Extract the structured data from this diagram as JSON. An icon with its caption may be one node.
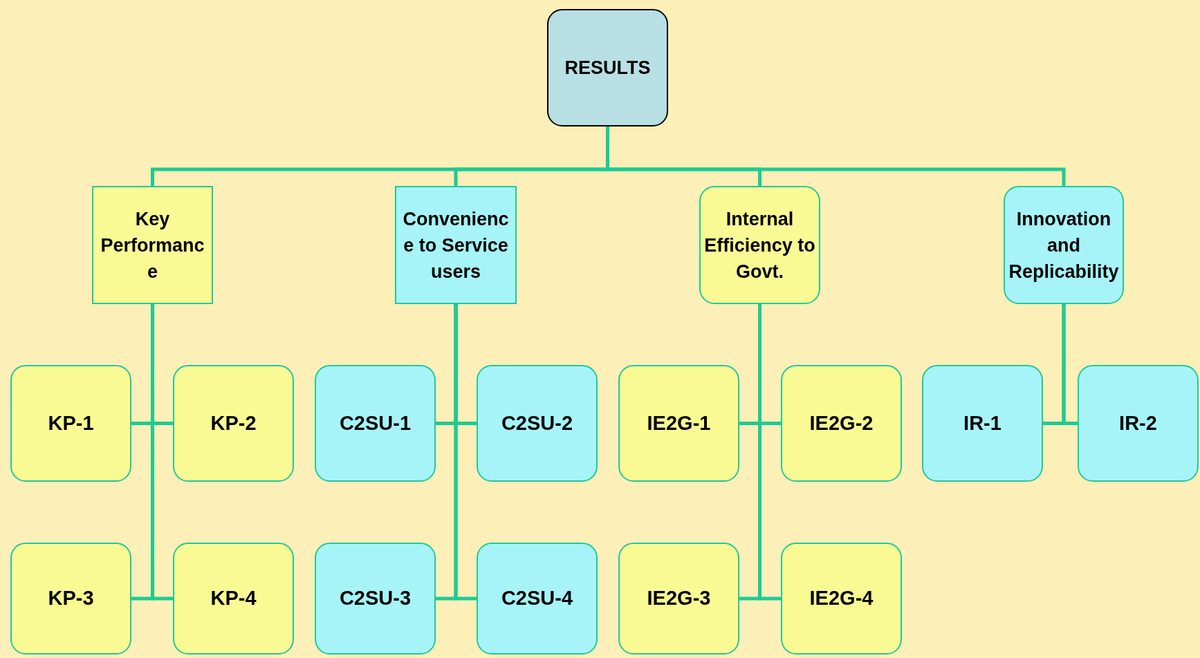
{
  "diagram": {
    "nodes": [
      {
        "text": [
          "RESULTS"
        ]
      },
      {
        "text": [
          "Key Performance"
        ]
      },
      {
        "text": [
          "Convenience to Service users"
        ]
      },
      {
        "text": [
          "Internal Efficiency to Govt."
        ]
      },
      {
        "text": [
          "Innovation and Replicability"
        ]
      },
      {
        "text": [
          "KP-1"
        ]
      },
      {
        "text": [
          "KP-2"
        ]
      },
      {
        "text": [
          "KP-3"
        ]
      },
      {
        "text": [
          "KP-4"
        ]
      },
      {
        "text": [
          "C2SU-1"
        ]
      },
      {
        "text": [
          "C2SU-2"
        ]
      },
      {
        "text": [
          "C2SU-3"
        ]
      },
      {
        "text": [
          "C2SU-4"
        ]
      },
      {
        "text": [
          "IE2G-1"
        ]
      },
      {
        "text": [
          "IE2G-2"
        ]
      },
      {
        "text": [
          "IE2G-3"
        ]
      },
      {
        "text": [
          "IE2G-4"
        ]
      },
      {
        "text": [
          "IR-1"
        ]
      },
      {
        "text": [
          "IR-2"
        ]
      }
    ],
    "edges": [
      {
        "from": 0,
        "to": 1,
        "arrow": "none"
      },
      {
        "from": 0,
        "to": 2,
        "arrow": "none"
      },
      {
        "from": 0,
        "to": 3,
        "arrow": "none"
      },
      {
        "from": 0,
        "to": 4,
        "arrow": "none"
      },
      {
        "from": 1,
        "to": 5,
        "arrow": "none"
      },
      {
        "from": 1,
        "to": 6,
        "arrow": "none"
      },
      {
        "from": 1,
        "to": 7,
        "arrow": "none"
      },
      {
        "from": 1,
        "to": 8,
        "arrow": "none"
      },
      {
        "from": 2,
        "to": 9,
        "arrow": "none"
      },
      {
        "from": 2,
        "to": 10,
        "arrow": "none"
      },
      {
        "from": 2,
        "to": 11,
        "arrow": "none"
      },
      {
        "from": 2,
        "to": 12,
        "arrow": "none"
      },
      {
        "from": 3,
        "to": 13,
        "arrow": "none"
      },
      {
        "from": 3,
        "to": 14,
        "arrow": "none"
      },
      {
        "from": 3,
        "to": 15,
        "arrow": "none"
      },
      {
        "from": 3,
        "to": 16,
        "arrow": "none"
      },
      {
        "from": 4,
        "to": 17,
        "arrow": "none"
      },
      {
        "from": 4,
        "to": 18,
        "arrow": "none"
      }
    ]
  }
}
